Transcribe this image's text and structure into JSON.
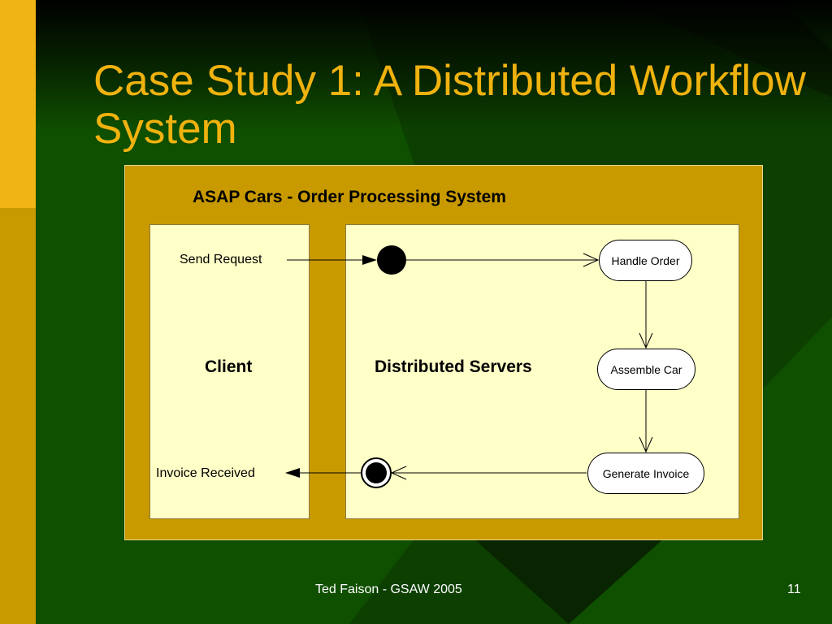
{
  "slide": {
    "title": "Case Study 1: A Distributed Workflow System",
    "footer_text": "Ted Faison - GSAW 2005",
    "page_number": "11"
  },
  "diagram": {
    "title": "ASAP Cars - Order Processing System",
    "lanes": [
      {
        "id": "client",
        "label": "Client"
      },
      {
        "id": "servers",
        "label": "Distributed Servers"
      }
    ],
    "client_labels": {
      "send": "Send Request",
      "received": "Invoice Received"
    },
    "activities": [
      {
        "id": "handle",
        "label": "Handle Order"
      },
      {
        "id": "assemble",
        "label": "Assemble Car"
      },
      {
        "id": "generate",
        "label": "Generate Invoice"
      }
    ],
    "flows": [
      {
        "from": "Send Request",
        "to": "start"
      },
      {
        "from": "start",
        "to": "Handle Order"
      },
      {
        "from": "Handle Order",
        "to": "Assemble Car"
      },
      {
        "from": "Assemble Car",
        "to": "Generate Invoice"
      },
      {
        "from": "Generate Invoice",
        "to": "end"
      },
      {
        "from": "end",
        "to": "Invoice Received"
      }
    ]
  },
  "colors": {
    "background": "#0f4f00",
    "title": "#f0b20f",
    "panel": "#c89a00",
    "lane": "#ffffc8"
  }
}
